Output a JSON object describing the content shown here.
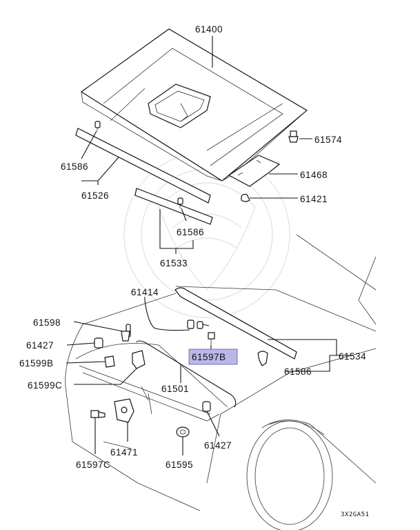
{
  "labels": {
    "p61400": "61400",
    "p61586_a": "61586",
    "p61526": "61526",
    "p61574": "61574",
    "p61468": "61468",
    "p61421": "61421",
    "p61586_b": "61586",
    "p61533": "61533",
    "p61414": "61414",
    "p61598": "61598",
    "p61427_a": "61427",
    "p61599b": "61599B",
    "p61599c": "61599C",
    "p61597b": "61597B",
    "p61534": "61534",
    "p61586_c": "61586",
    "p61501": "61501",
    "p61427_b": "61427",
    "p61471": "61471",
    "p61597c": "61597C",
    "p61595": "61595"
  },
  "diagram_code": "3X2GA51",
  "colors": {
    "highlight": "#b8b8e8",
    "line": "#111111",
    "watermark": "#e4e4e4"
  }
}
